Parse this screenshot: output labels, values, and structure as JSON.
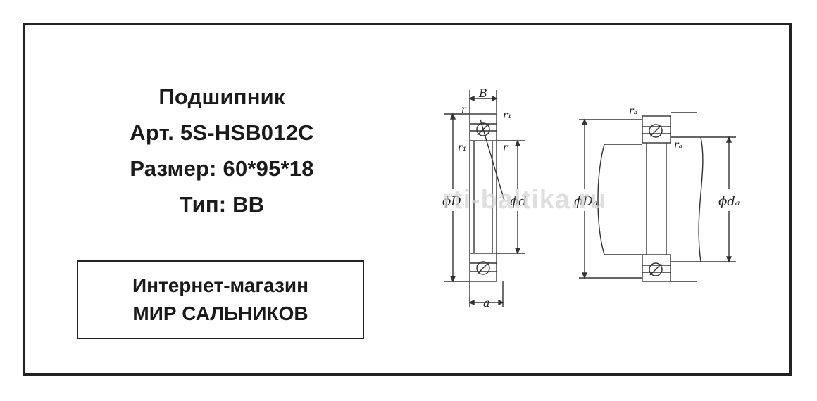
{
  "product": {
    "title": "Подшипник",
    "article": "Арт.  5S-HSB012C",
    "size": "Размер:  60*95*18",
    "type": "Тип:  BB"
  },
  "shop": {
    "line1": "Интернет-магазин",
    "line2": "МИР САЛЬНИКОВ"
  },
  "watermark": "rti-baltika.ru",
  "drawing_labels": {
    "B": "B",
    "r_top": "r",
    "r1_top": "r₁",
    "r1_left": "r₁",
    "r_right": "r",
    "phiD": "ϕD",
    "phid": "ϕd",
    "a": "a",
    "ra_top": "rₐ",
    "ra_right": "rₐ",
    "phiDa": "ϕDₐ",
    "phida": "ϕdₐ"
  }
}
